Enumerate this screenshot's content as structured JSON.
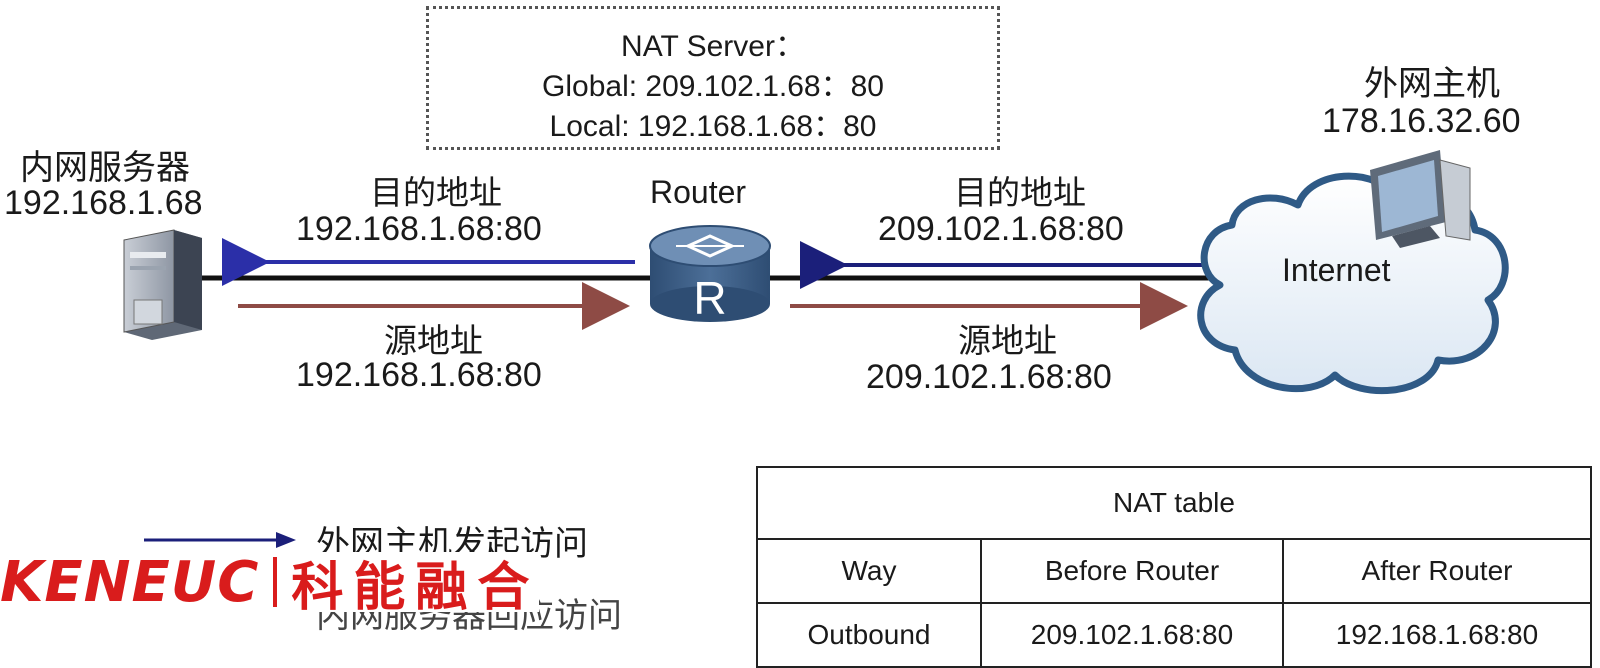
{
  "nat_server": {
    "title": "NAT Server：",
    "global": "Global: 209.102.1.68：80",
    "local": "Local: 192.168.1.68：80"
  },
  "intranet_server": {
    "label": "内网服务器",
    "ip": "192.168.1.68"
  },
  "external_host": {
    "label": "外网主机",
    "ip": "178.16.32.60"
  },
  "router": {
    "label": "Router",
    "icon_letter": "R"
  },
  "internet_label": "Internet",
  "left_link": {
    "dest_label": "目的地址",
    "dest_addr": "192.168.1.68:80",
    "src_label": "源地址",
    "src_addr": "192.168.1.68:80"
  },
  "right_link": {
    "dest_label": "目的地址",
    "dest_addr": "209.102.1.68:80",
    "src_label": "源地址",
    "src_addr": "209.102.1.68:80"
  },
  "legend": {
    "item1": "外网主机发起访问",
    "item2": "内网服务器回应访问"
  },
  "nat_table": {
    "title": "NAT table",
    "headers": [
      "Way",
      "Before Router",
      "After Router"
    ],
    "rows": [
      [
        "Outbound",
        "209.102.1.68:80",
        "192.168.1.68:80"
      ]
    ]
  },
  "logo": {
    "text": "KENEUC",
    "cn": "科能融合"
  },
  "colors": {
    "request_arrow": "#2b2fa8",
    "response_arrow": "#8e4b45",
    "router_fill": "#3f5f86",
    "cloud_stroke": "#2f5a86",
    "logo_red": "#d91c1c"
  }
}
